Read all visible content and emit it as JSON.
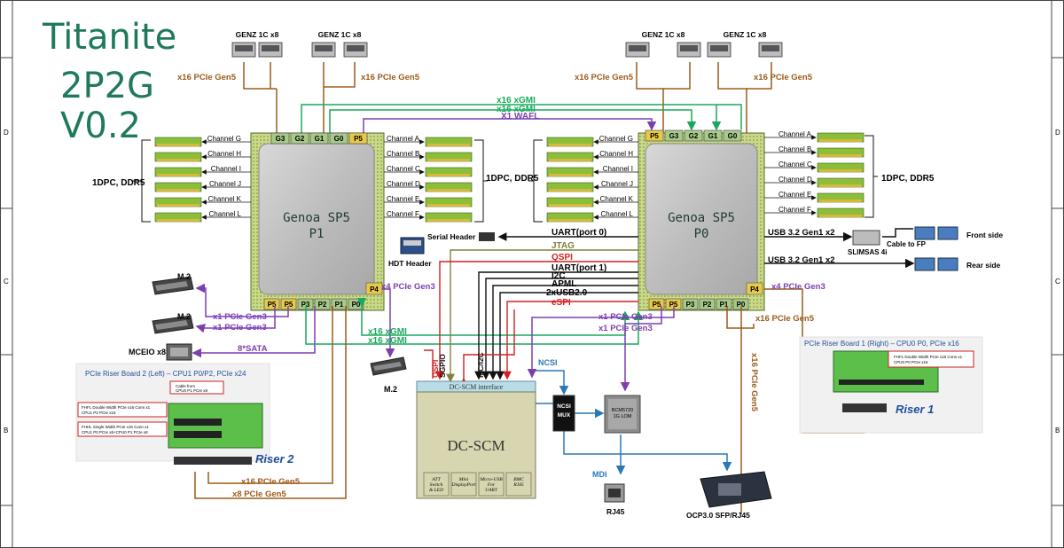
{
  "title": {
    "name": "Titanite",
    "model": "2P2G",
    "version": "V0.2"
  },
  "border": {
    "row_marks": [
      "D",
      "C",
      "B"
    ]
  },
  "cpu1": {
    "name": "Genoa SP5",
    "id": "P1",
    "top_ports": [
      "G3",
      "G2",
      "G1",
      "G0",
      "P5"
    ],
    "bottom_ports": [
      "P5",
      "P5",
      "P3",
      "P2",
      "P1",
      "P0"
    ],
    "right_port": "P4",
    "dimm_label": "1DPC, DDR5",
    "left_channels": [
      "Channel G",
      "Channel H",
      "Channel I",
      "Channel J",
      "Channel K",
      "Channel L"
    ],
    "right_channels": [
      "Channel A",
      "Channel B",
      "Channel C",
      "Channel D",
      "Channel E",
      "Channel F"
    ]
  },
  "cpu0": {
    "name": "Genoa SP5",
    "id": "P0",
    "top_ports": [
      "P5",
      "G3",
      "G2",
      "G1",
      "G0"
    ],
    "bottom_ports": [
      "P5",
      "P5",
      "P3",
      "P2",
      "P1",
      "P0"
    ],
    "right_port": "P4",
    "dimm_label": "1DPC, DDR5",
    "left_channels": [
      "Channel G",
      "Channel H",
      "Channel I",
      "Channel J",
      "Channel K",
      "Channel L"
    ],
    "right_channels": [
      "Channel A",
      "Channel B",
      "Channel C",
      "Channel D",
      "Channel E",
      "Channel F"
    ]
  },
  "genz": {
    "label": "GENZ 1C x8",
    "link": "x16 PCIe Gen5"
  },
  "interconnect": {
    "xgmi": "x16 xGMI",
    "wafl": "X1 WAFL"
  },
  "cpu1_io": {
    "x4": "x4 PCIe Gen3",
    "x1": "x1 PCIe Gen3",
    "m2": "M.2",
    "mceio": "MCEIO x8",
    "sata": "8*SATA"
  },
  "cpu0_io": {
    "x4": "x4 PCIe Gen3",
    "x1": "x1 PCIe Gen3",
    "x16_right": "x16 PCIe Gen5",
    "x16_vertical": "x16 PCIe Gen5",
    "usb": "USB 3.2 Gen1 x2",
    "slimsas": "SLIMSAS 4i",
    "cable_fp": "Cable to FP",
    "front": "Front side",
    "rear": "Rear side"
  },
  "signals": {
    "uart0": "UART(port 0)",
    "jtag": "JTAG",
    "qspi": "QSPI",
    "uart1": "UART(port 1)",
    "i2c": "I2C",
    "apml": "APML",
    "usb2": "2xUSB2.0",
    "espi": "eSPI",
    "serial_header": "Serial Header",
    "hdt_header": "HDT Header"
  },
  "dcscm": {
    "interface": "DC-SCM interface",
    "name": "DC-SCM",
    "ports": [
      "ATT Switch & LED",
      "Mini DisplayPort",
      "Micro-USB For UART",
      "BMC RJ45"
    ],
    "vert_labels": [
      "QSPI",
      "SGPIO",
      "I3C/I2C"
    ],
    "ncsi": "NCSI",
    "ncsi_mux": [
      "NCSI",
      "MUX"
    ],
    "phy": [
      "BCM5720",
      "1G LOM"
    ],
    "mdi": "MDI",
    "rj45": "RJ45",
    "ocp": "OCP3.0 SFP/RJ45"
  },
  "riser1": {
    "heading": "PCIe Riser Board 1 (Right) – CPU0 P0, PCIe x16",
    "note_lines": [
      "FHFL Double Width PCIe x16 Conn x1",
      "CPU0 P0 PCIe x16"
    ],
    "name": "Riser 1"
  },
  "riser2": {
    "heading": "PCIe Riser Board 2 (Left) – CPU1 P0/P2, PCIe x24",
    "cable_note": [
      "Cable from",
      "CPU0 P1 PCIe x8"
    ],
    "note1": [
      "FHFL Double Width PCIe x16 Conn x1",
      "CPU1 P2 PCIe x16"
    ],
    "note2": [
      "FHHL Single Width PCIe x16 Conn x1",
      "CPU1 P0 PCIe x8+CPU0 P1 PCIe x8"
    ],
    "name": "Riser 2",
    "link16": "x16 PCIe Gen5",
    "link8": "x8 PCIe Gen5"
  },
  "colors": {
    "brown": "#9c5b1a",
    "green": "#1aa85c",
    "purple": "#7b3fb0",
    "black": "#111111",
    "red": "#d42020",
    "blue": "#2a78b8",
    "olive": "#808040",
    "cpu_pcb": "#c9d98a",
    "dcscm_fill": "#d8d6b0",
    "title": "#1f7a5a"
  }
}
